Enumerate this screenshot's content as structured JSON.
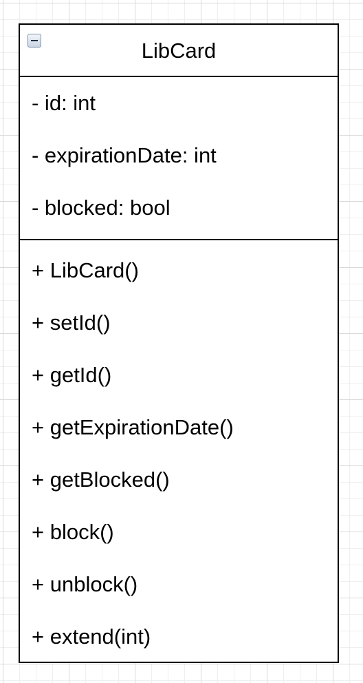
{
  "uml_class": {
    "name": "LibCard",
    "collapse_icon": "minus-square-icon",
    "attributes": [
      "- id: int",
      "- expirationDate: int",
      "- blocked: bool"
    ],
    "operations": [
      "+ LibCard()",
      "+ setId()",
      "+ getId()",
      "+ getExpirationDate()",
      "+ getBlocked()",
      "+ block()",
      "+ unblock()",
      "+ extend(int)"
    ]
  }
}
